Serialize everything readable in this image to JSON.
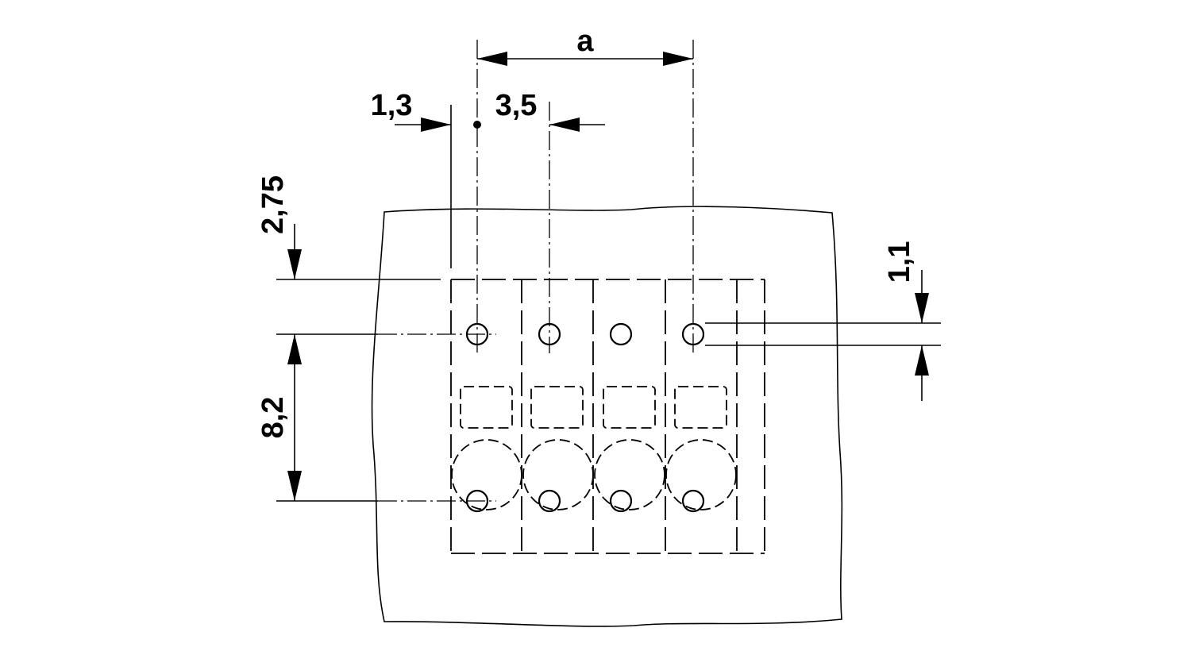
{
  "dimensions": {
    "pitch_label": "a",
    "offset_label": "1,3",
    "pitch_small_label": "3,5",
    "top_label": "2,75",
    "row_spacing_label": "8,2",
    "hole_label": "1,1"
  },
  "pin_columns": 4,
  "pin_rows": 2
}
